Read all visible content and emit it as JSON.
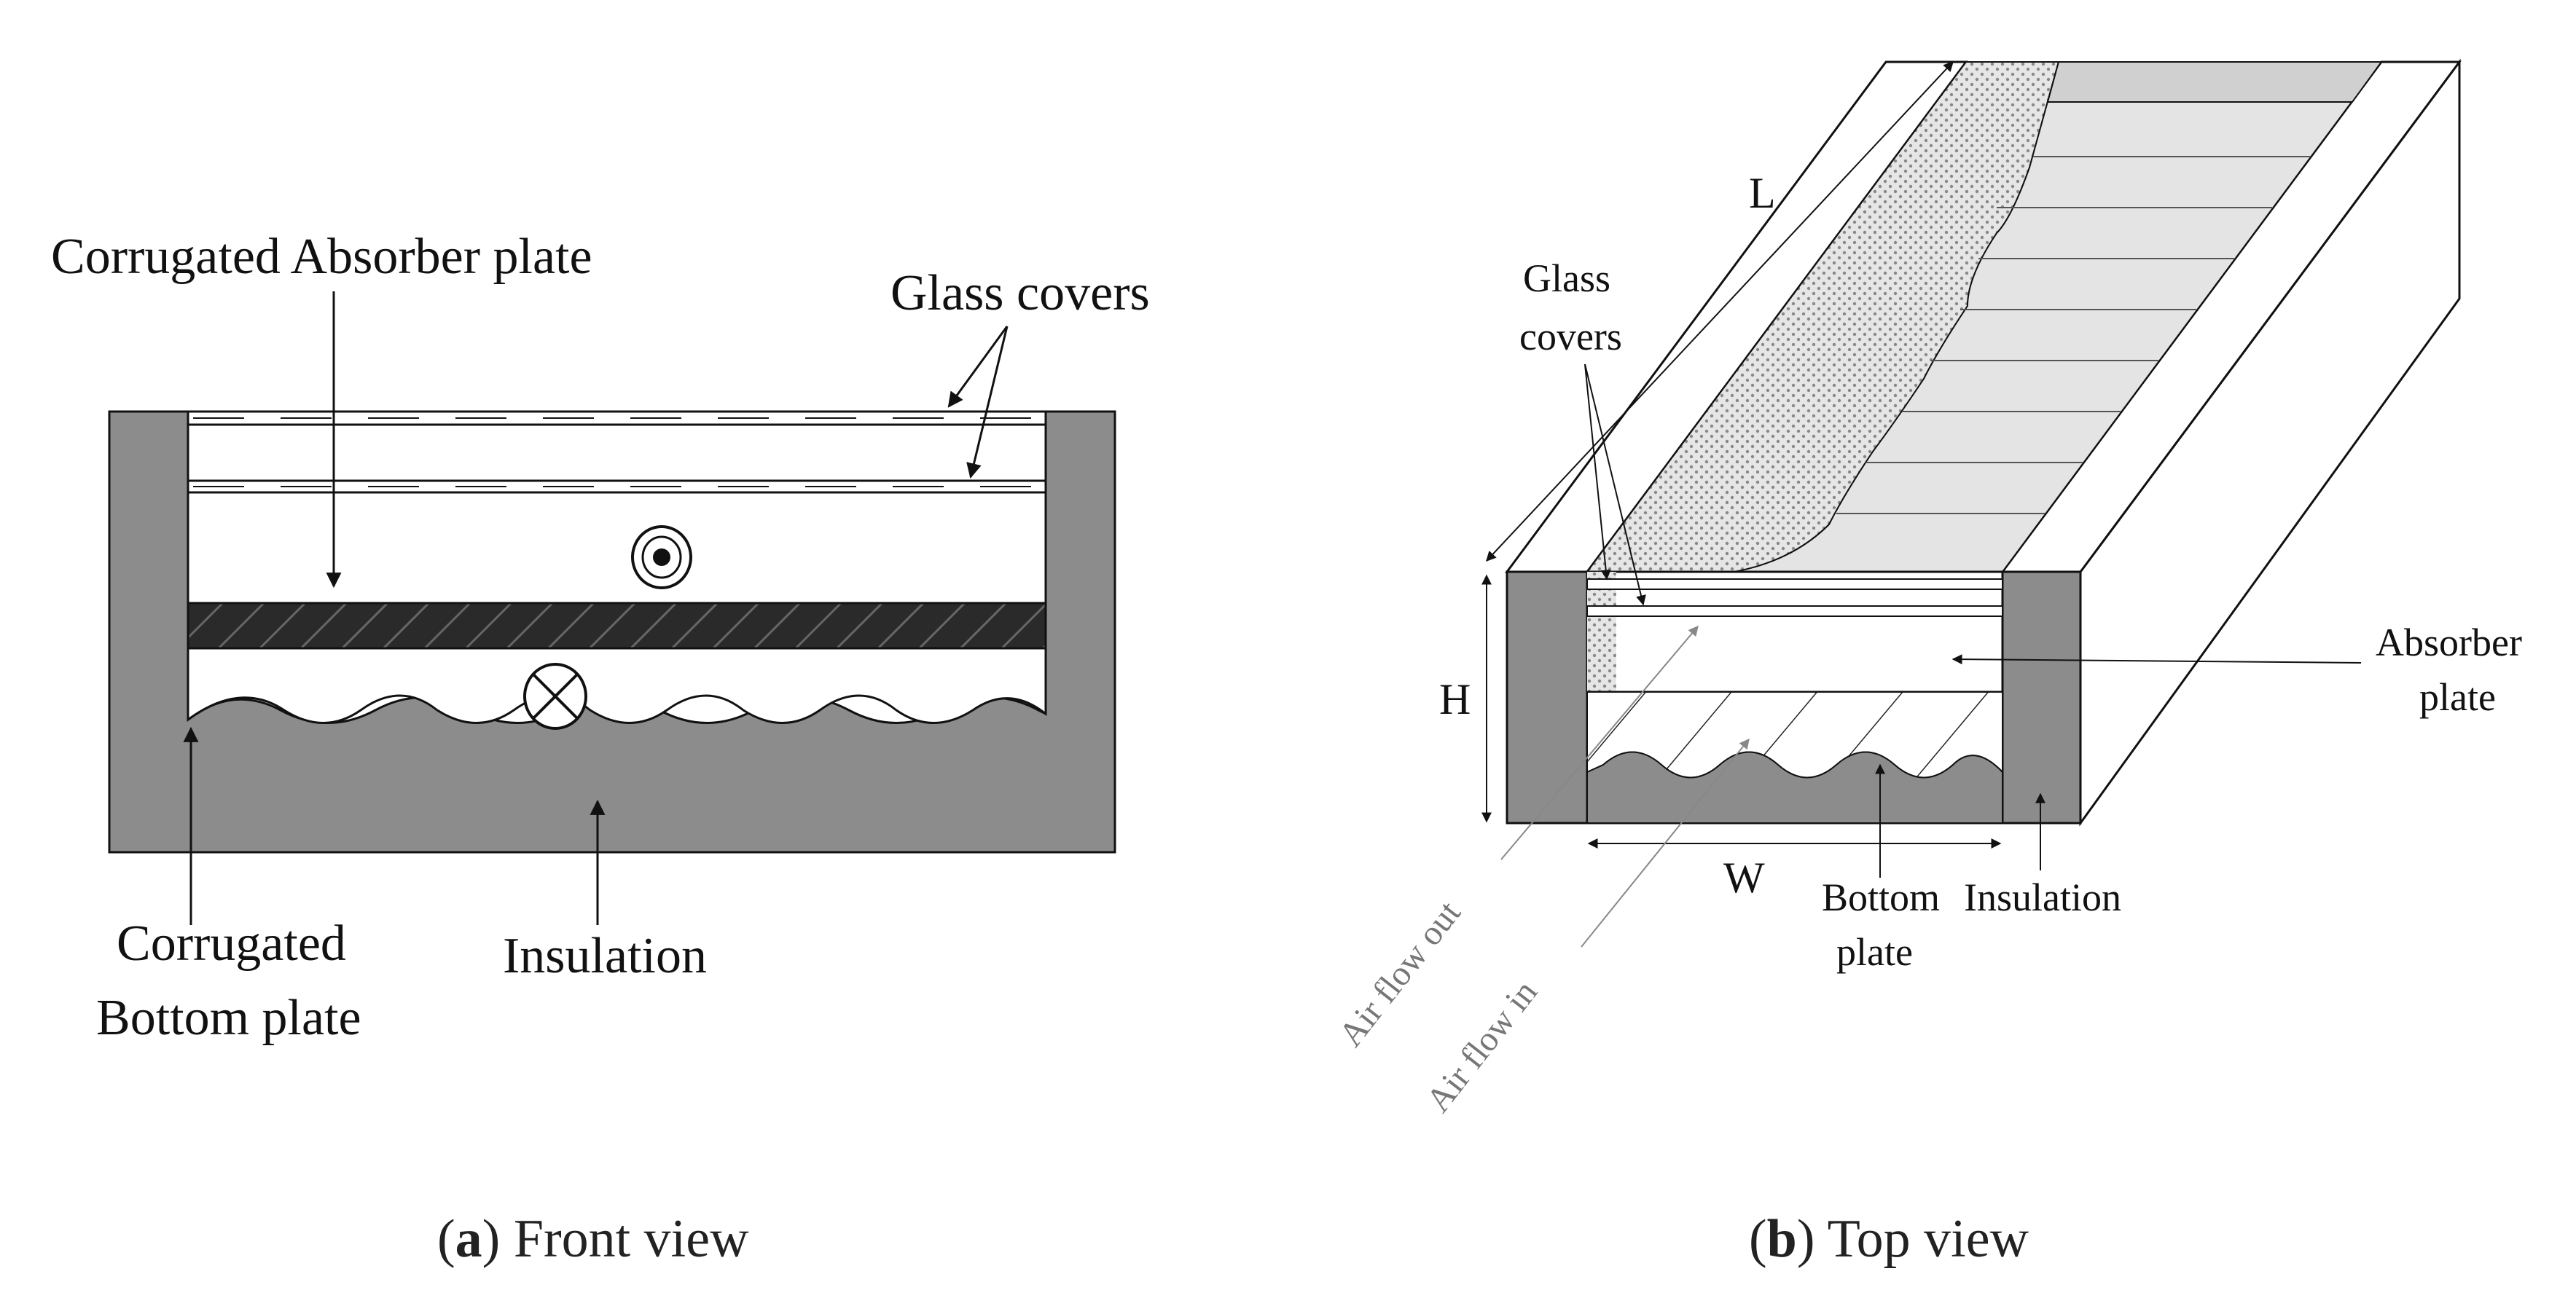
{
  "panel_a": {
    "labels": {
      "absorber": "Corrugated Absorber plate",
      "glass": "Glass covers",
      "bottom_line1": "Corrugated",
      "bottom_line2": "Bottom plate",
      "insulation": "Insulation"
    },
    "caption": {
      "letter": "a",
      "text": " Front view"
    }
  },
  "panel_b": {
    "labels": {
      "length": "L",
      "height": "H",
      "width": "W",
      "glass_line1": "Glass",
      "glass_line2": "covers",
      "absorber_line1": "Absorber",
      "absorber_line2": "plate",
      "bottom_line1": "Bottom",
      "bottom_line2": "plate",
      "insulation": "Insulation",
      "air_out": "Air flow out",
      "air_in": "Air flow in"
    },
    "caption": {
      "letter": "b",
      "text": " Top view"
    }
  },
  "colors": {
    "insulation": "#8c8c8c",
    "absorber_dark": "#2a2a2a",
    "line": "#111111",
    "glass_dots": "#bdbdbd",
    "inner_light": "#e4e4e4"
  }
}
